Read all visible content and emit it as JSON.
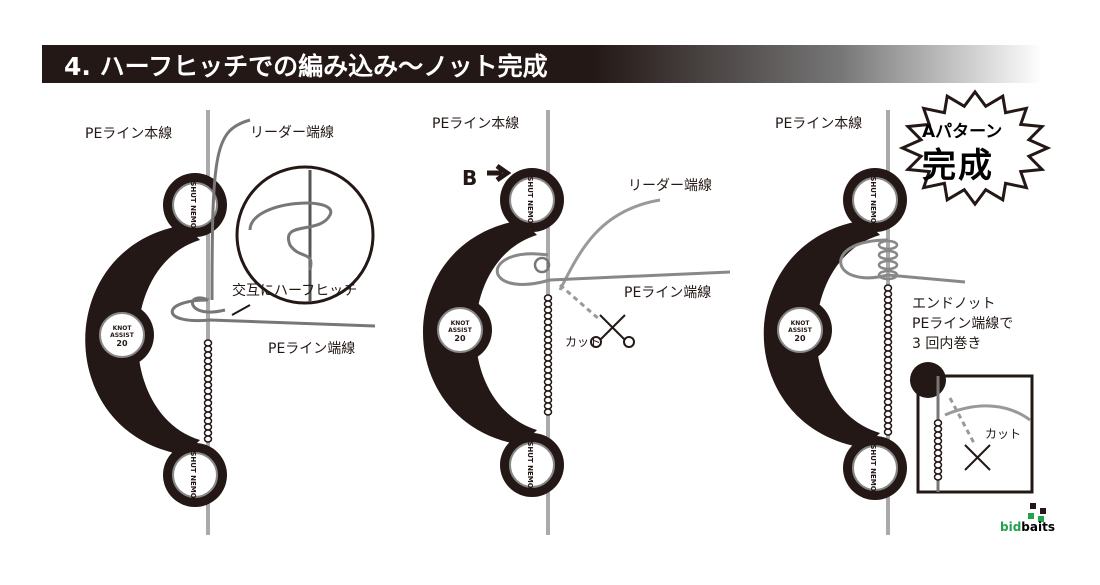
{
  "title": "4. ハーフヒッチでの編み込み～ノット完成",
  "panels": [
    {
      "main_line": "PEライン本線",
      "leader_end": "リーダー端線",
      "note": "交互にハーフヒッチ",
      "pe_end": "PEライン端線"
    },
    {
      "main_line": "PEライン本線",
      "marker": "B",
      "leader_end": "リーダー端線",
      "pe_end": "PEライン端線",
      "cut": "カット"
    },
    {
      "main_line": "PEライン本線",
      "end_knot_1": "エンドノット",
      "end_knot_2": "PEライン端線で",
      "end_knot_3": "3 回内巻き",
      "cut": "カット"
    }
  ],
  "badge": {
    "line1": "Aパターン",
    "line2": "完成"
  },
  "tool_labels": {
    "top": "SHUT NEMO",
    "middle_1": "KNOT",
    "middle_2": "ASSIST",
    "middle_3": "20",
    "bottom": "SHUT NEMO"
  },
  "logo": {
    "part1": "bid",
    "part2": "baits"
  },
  "colors": {
    "dark": "#231815",
    "logo_green": "#22a24a"
  }
}
